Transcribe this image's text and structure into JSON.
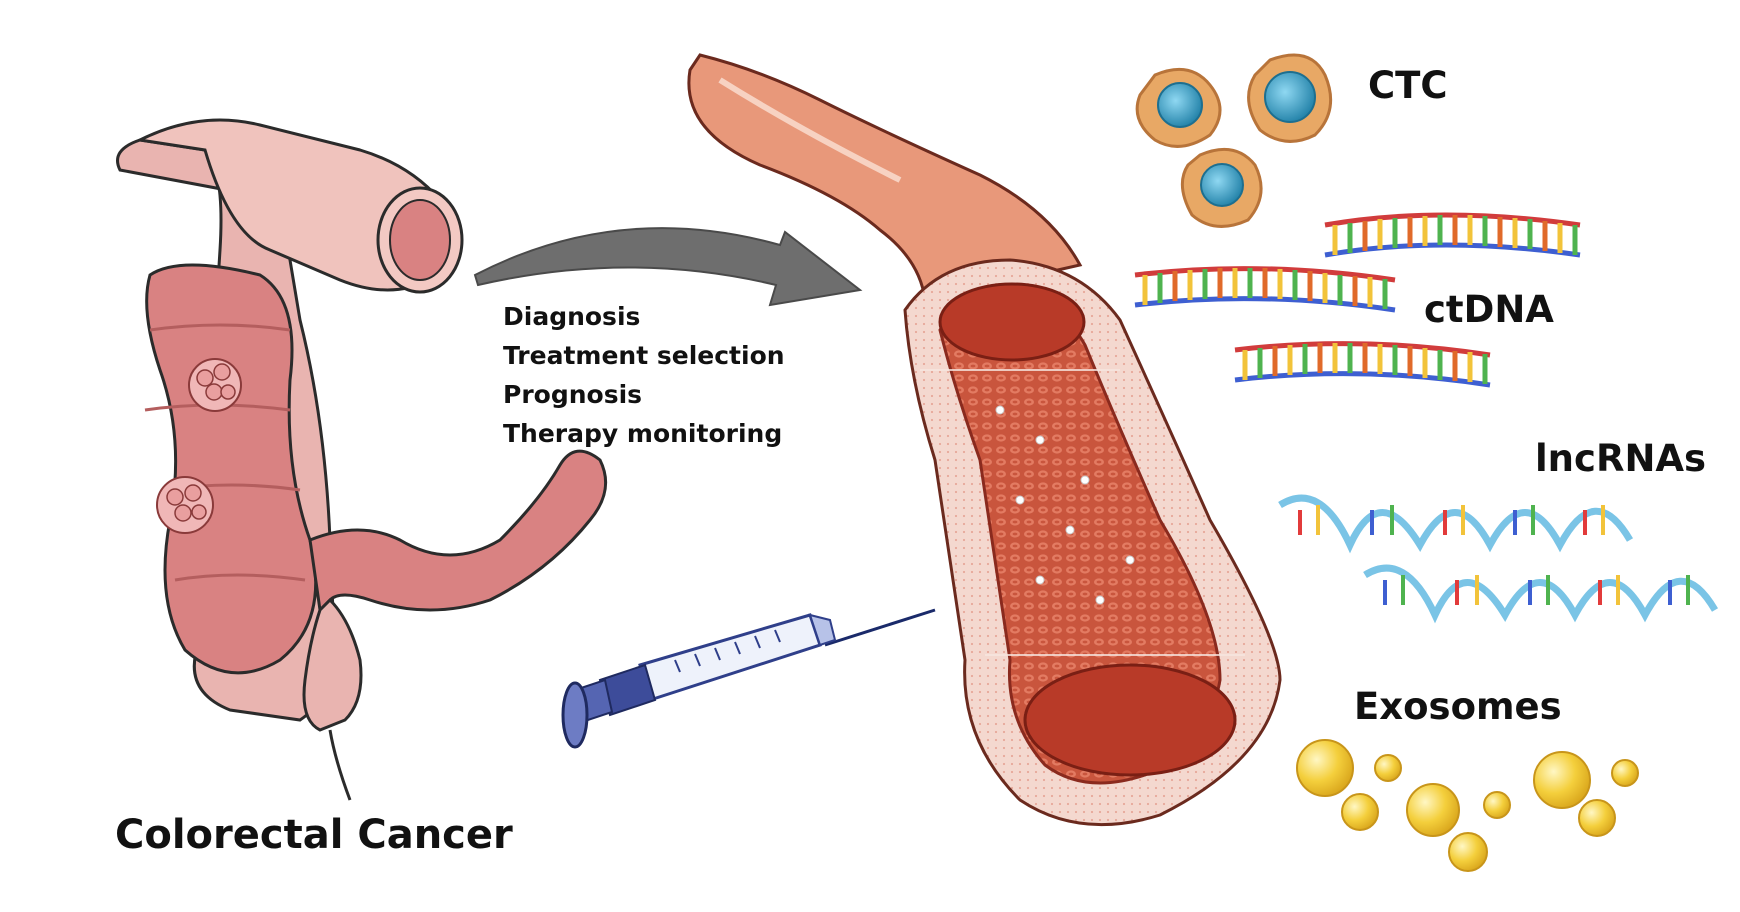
{
  "labels": {
    "colorectal": "Colorectal Cancer",
    "ctc": "CTC",
    "ctdna": "ctDNA",
    "lncrnas": "lncRNAs",
    "exosomes": "Exosomes"
  },
  "uses": [
    "Diagnosis",
    "Treatment selection",
    "Prognosis",
    "Therapy monitoring"
  ],
  "colors": {
    "colon": "#e9b4b0",
    "colon_inner": "#d98282",
    "vessel_wall": "#f0c9bd",
    "blood": "#c4432f",
    "ctc_outer": "#e8a865",
    "ctc_nucleus": "#3aa3c9",
    "exosome": "#f4cf3c",
    "rna": "#7ac4e6",
    "arrow": "#6e6e6e"
  }
}
